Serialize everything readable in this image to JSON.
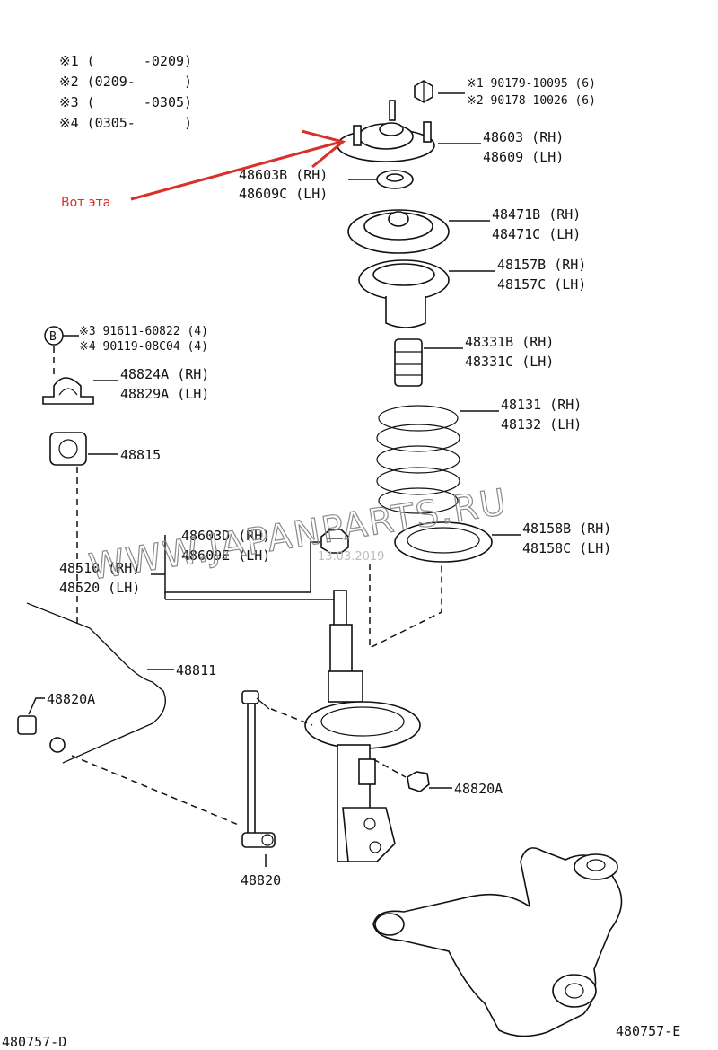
{
  "colors": {
    "annotation": "#d9302a",
    "line": "#111111",
    "watermark": "#8a8a8a"
  },
  "legend": [
    {
      "mark": "※1",
      "range": "(      -0209)"
    },
    {
      "mark": "※2",
      "range": "(0209-      )"
    },
    {
      "mark": "※3",
      "range": "(      -0305)"
    },
    {
      "mark": "※4",
      "range": "(0305-      )"
    }
  ],
  "annotation": "Вот эта",
  "watermark": {
    "text": "WWW.JAPANPARTS.RU",
    "date": "13.03.2019"
  },
  "nut_spec": {
    "line1": "※1 90179-10095 (6)",
    "line2": "※2 90178-10026 (6)"
  },
  "bushing_spec": {
    "badge": "B",
    "line1": "※3 91611-60822 (4)",
    "line2": "※4 90119-08C04 (4)"
  },
  "parts": {
    "support": {
      "rh": "48603 (RH)",
      "lh": "48609 (LH)"
    },
    "bearing": {
      "rh": "48603B (RH)",
      "lh": "48609C (LH)"
    },
    "upper_seat": {
      "rh": "48471B (RH)",
      "lh": "48471C (LH)"
    },
    "dust_boot": {
      "rh": "48157B (RH)",
      "lh": "48157C (LH)"
    },
    "bump_stop": {
      "rh": "48331B (RH)",
      "lh": "48331C (LH)"
    },
    "coil_spring": {
      "rh": "48131 (RH)",
      "lh": "48132 (LH)"
    },
    "lower_insulator": {
      "rh": "48158B (RH)",
      "lh": "48158C (LH)"
    },
    "strut_nut": {
      "rh": "48603D (RH)",
      "lh": "48609E (LH)"
    },
    "shock_absorber": {
      "rh": "48510 (RH)",
      "lh": "48520 (LH)"
    },
    "bracket": {
      "rh": "48824A (RH)",
      "lh": "48829A (LH)"
    },
    "stab_bushing": "48815",
    "stab_bar": "48811",
    "nut_left": "48820A",
    "nut_right": "48820A",
    "stab_link": "48820"
  },
  "codes": {
    "left": "480757-D",
    "right": "480757-E"
  }
}
